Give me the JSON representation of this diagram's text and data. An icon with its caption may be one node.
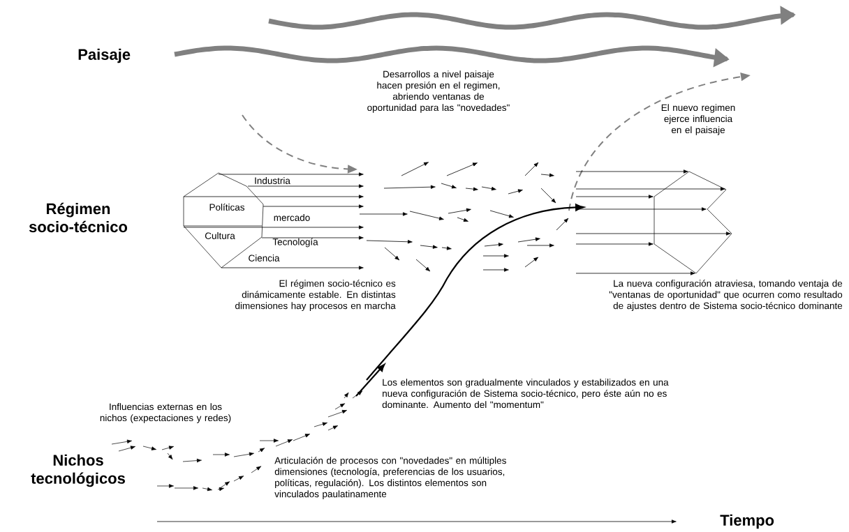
{
  "diagram": {
    "labels": [
      "Paisaje",
      "Desarrollos a nivel paisaje hacen presión en el regimen, abriendo ventanas de oportunidad para las \"novedades\"",
      "El nuevo regimen ejerce influencia en el paisaje",
      "Industria",
      "Régimen socio-técnico",
      "Políticas",
      "mercado",
      "Cultura",
      "Tecnología",
      "Ciencia",
      "El régimen socio-técnico es dinámicamente estable. En distintas dimensiones hay procesos en marcha",
      "La nueva configuración atraviesa, tomando ventaja de \"ventanas de oportunidad\" que ocurren como resultado de ajustes dentro de Sistema socio-técnico dominante",
      "Los elementos son gradualmente vinculados y estabilizados en una nueva configuración de Sistema socio-técnico, pero éste aún no es dominante. Aumento del \"momentum\"",
      "Influencias externas en los nichos (expectaciones y redes)",
      "Nichos tecnológicos",
      "Articulación de procesos con \"novedades\" en múltiples dimensiones (tecnología, preferencias de los usuarios, políticas, regulación). Los distintos elementos son vinculados paulatinamente",
      "Tiempo"
    ]
  }
}
